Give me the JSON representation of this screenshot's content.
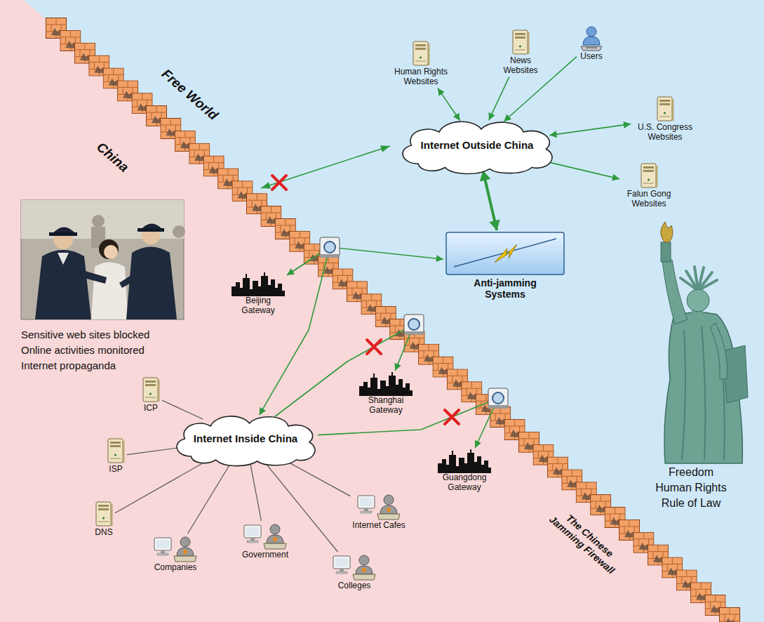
{
  "diagram": {
    "nodes": [
      {
        "text": [
          "Human Rights Websites"
        ]
      },
      {
        "text": [
          "News Websites"
        ]
      },
      {
        "text": [
          "Users"
        ]
      },
      {
        "text": [
          "Internet Outside China"
        ]
      },
      {
        "text": [
          "U.S. Congress Websites"
        ]
      },
      {
        "text": [
          "Falun Gong Websites"
        ]
      },
      {
        "text": [
          "Anti-jamming Systems"
        ]
      },
      {
        "text": [
          "Beijing Gateway"
        ]
      },
      {
        "text": [
          "Shanghai Gateway"
        ]
      },
      {
        "text": [
          "Internet Inside China"
        ]
      },
      {
        "text": [
          "Guangdong Gateway"
        ]
      },
      {
        "text": [
          "ICP"
        ]
      },
      {
        "text": [
          "ISP"
        ]
      },
      {
        "text": [
          "DNS"
        ]
      },
      {
        "text": [
          "Internet Cafes"
        ]
      },
      {
        "text": [
          "Companies"
        ]
      },
      {
        "text": [
          "Government"
        ]
      },
      {
        "text": [
          "Colleges"
        ]
      }
    ],
    "edges": [
      {
        "from": 0,
        "to": 3,
        "arrow": "both"
      },
      {
        "from": 1,
        "to": 3,
        "arrow": "to"
      },
      {
        "from": 2,
        "to": 3,
        "arrow": "to"
      },
      {
        "from": 4,
        "to": 3,
        "arrow": "both"
      },
      {
        "from": 5,
        "to": 3,
        "arrow": "both"
      },
      {
        "from": 3,
        "to": 6,
        "arrow": "both"
      },
      {
        "from": 6,
        "to": 7,
        "arrow": "both"
      },
      {
        "from": 7,
        "to": 9,
        "arrow": "to"
      },
      {
        "from": 9,
        "to": 8,
        "arrow": "to"
      },
      {
        "from": 9,
        "to": 10,
        "arrow": "to"
      },
      {
        "from": 9,
        "to": 11,
        "arrow": "none"
      },
      {
        "from": 9,
        "to": 12,
        "arrow": "none"
      },
      {
        "from": 9,
        "to": 13,
        "arrow": "none"
      },
      {
        "from": 9,
        "to": 14,
        "arrow": "none"
      },
      {
        "from": 9,
        "to": 15,
        "arrow": "none"
      },
      {
        "from": 9,
        "to": 16,
        "arrow": "none"
      },
      {
        "from": 9,
        "to": 17,
        "arrow": "none"
      }
    ],
    "labels": [
      "Free World",
      "China",
      "Sensitive web sites blocked",
      "Online activities monitored",
      "Internet propaganda",
      "Freedom",
      "Human Rights",
      "Rule of Law",
      "The Chinese Jamming Firewall"
    ]
  }
}
